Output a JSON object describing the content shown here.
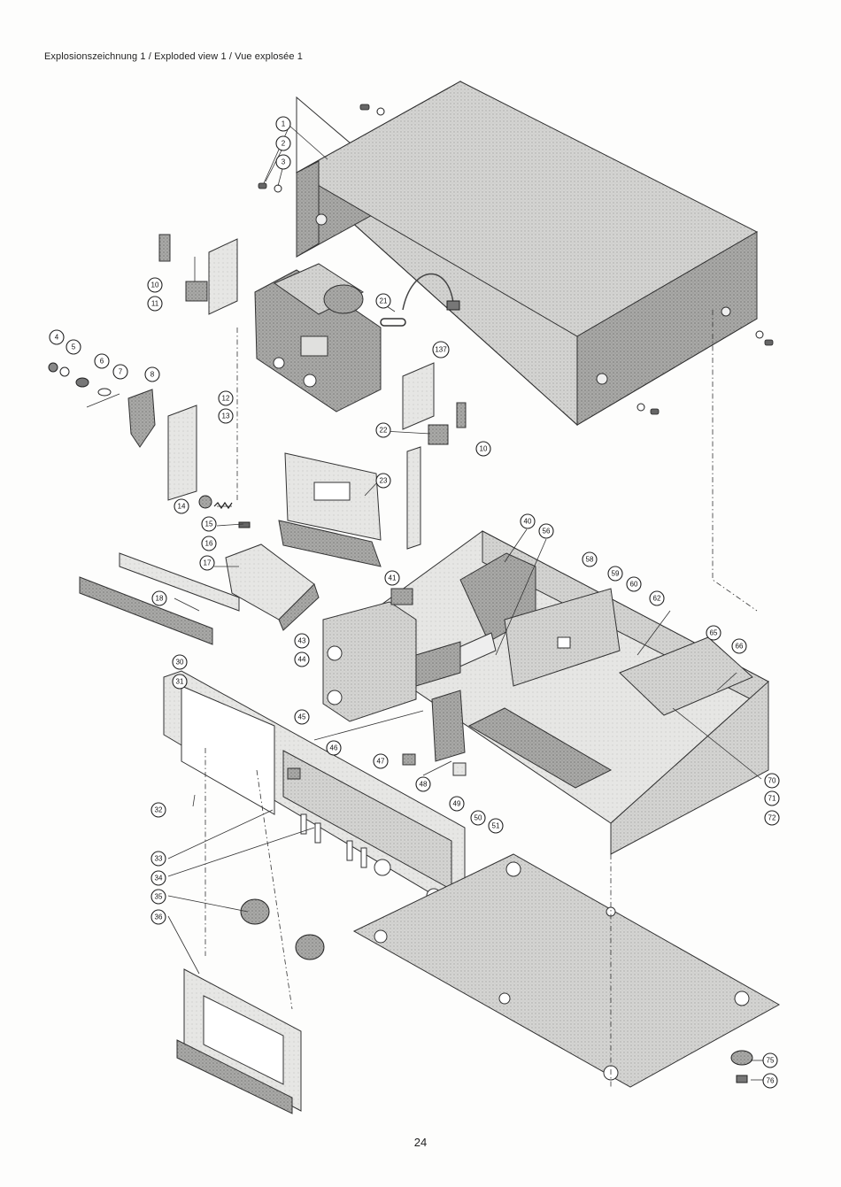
{
  "header": {
    "title": "Explosionszeichnung 1 / Exploded view 1 / Vue explosée 1"
  },
  "footer": {
    "page_number": "24"
  },
  "callouts": [
    "1",
    "2",
    "3",
    "4",
    "5",
    "6",
    "7",
    "8",
    "10",
    "11",
    "12",
    "13",
    "14",
    "15",
    "16",
    "17",
    "18",
    "21",
    "22",
    "23",
    "30",
    "31",
    "32",
    "33",
    "34",
    "35",
    "36",
    "40",
    "41",
    "43",
    "44",
    "45",
    "46",
    "47",
    "48",
    "49",
    "50",
    "51",
    "56",
    "58",
    "59",
    "60",
    "62",
    "65",
    "66",
    "70",
    "71",
    "72",
    "75",
    "76",
    "137",
    "10"
  ]
}
